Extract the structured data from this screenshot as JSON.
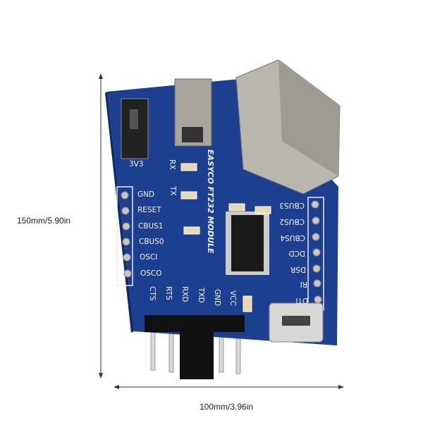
{
  "dimensions": {
    "height_label": "150mm/5.90in",
    "width_label": "100mm/3.96in"
  },
  "board": {
    "title": "EASYCO FT232 MODULE",
    "switch_label": "3V3",
    "led_labels": [
      "RX",
      "TX"
    ],
    "left_pins": [
      "GND",
      "RESET",
      "CBUS1",
      "CBUS0",
      "OSCI",
      "OSCO"
    ],
    "right_pins": [
      "CBUS3",
      "CBUS2",
      "CBUS4",
      "DCD",
      "DSR",
      "RI",
      "DTI"
    ],
    "bottom_pins": [
      "CTS",
      "RTS",
      "RXD",
      "TXD",
      "GND",
      "VCC"
    ]
  },
  "colors": {
    "board": "#1c3f8f",
    "silkscreen": "#f2f4f8",
    "metal": "#b9b6ae"
  }
}
